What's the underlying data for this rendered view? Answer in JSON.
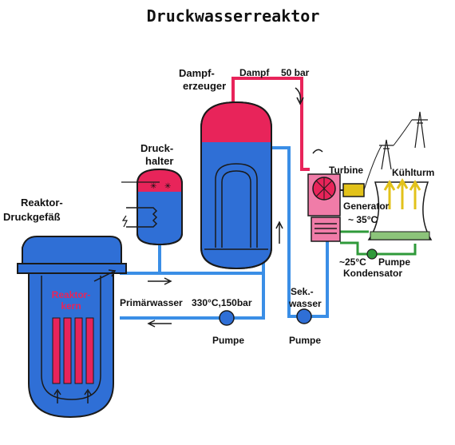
{
  "title": "Druckwasserreaktor",
  "labels": {
    "dampferzeuger_1": "Dampf-",
    "dampferzeuger_2": "erzeuger",
    "druckhalter_1": "Druck-",
    "druckhalter_2": "halter",
    "reaktor_1": "Reaktor-",
    "reaktor_2": "Druckgefäß",
    "reaktorkern_1": "Reaktor-",
    "reaktorkern_2": "kern",
    "dampf": "Dampf",
    "dampf_druck": "50 bar",
    "primaerwasser": "Primärwasser",
    "primaer_werte": "330°C,150bar",
    "sek_1": "Sek.-",
    "sek_2": "wasser",
    "pumpe_primaer": "Pumpe",
    "pumpe_sekundaer": "Pumpe",
    "turbine": "Turbine",
    "generator": "Generator",
    "kuehlturm": "Kühlturm",
    "temp_35": "~ 35°C",
    "temp_25": "~25°C",
    "pumpe_kuehl": "Pumpe",
    "kondensator": "Kondensator"
  },
  "colors": {
    "hot_red": "#e8245a",
    "water_blue": "#2f6fd6",
    "pipe_blue": "#3a8ee6",
    "outline": "#1a1a1a",
    "green": "#2f9a3a"
  }
}
